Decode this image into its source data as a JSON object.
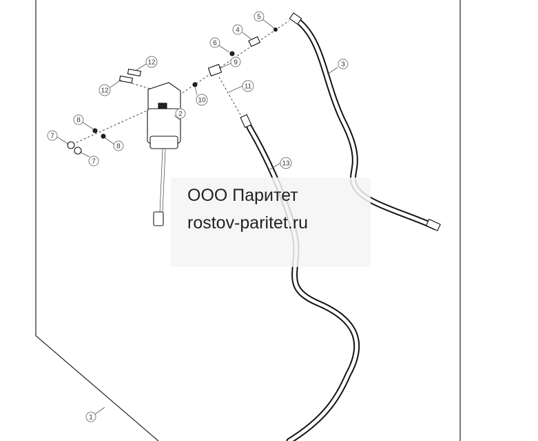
{
  "watermark": {
    "line1": "ООО Паритет",
    "line2": "rostov-paritet.ru"
  },
  "callouts": [
    {
      "id": "c1",
      "label": "1"
    },
    {
      "id": "c2",
      "label": "2"
    },
    {
      "id": "c3",
      "label": "3"
    },
    {
      "id": "c4",
      "label": "4"
    },
    {
      "id": "c5",
      "label": "5"
    },
    {
      "id": "c6",
      "label": "6"
    },
    {
      "id": "c7a",
      "label": "7"
    },
    {
      "id": "c7b",
      "label": "7"
    },
    {
      "id": "c8a",
      "label": "8"
    },
    {
      "id": "c8b",
      "label": "8"
    },
    {
      "id": "c9",
      "label": "9"
    },
    {
      "id": "c10",
      "label": "10"
    },
    {
      "id": "c11",
      "label": "11"
    },
    {
      "id": "c12a",
      "label": "12"
    },
    {
      "id": "c12b",
      "label": "12"
    },
    {
      "id": "c13",
      "label": "13"
    }
  ]
}
